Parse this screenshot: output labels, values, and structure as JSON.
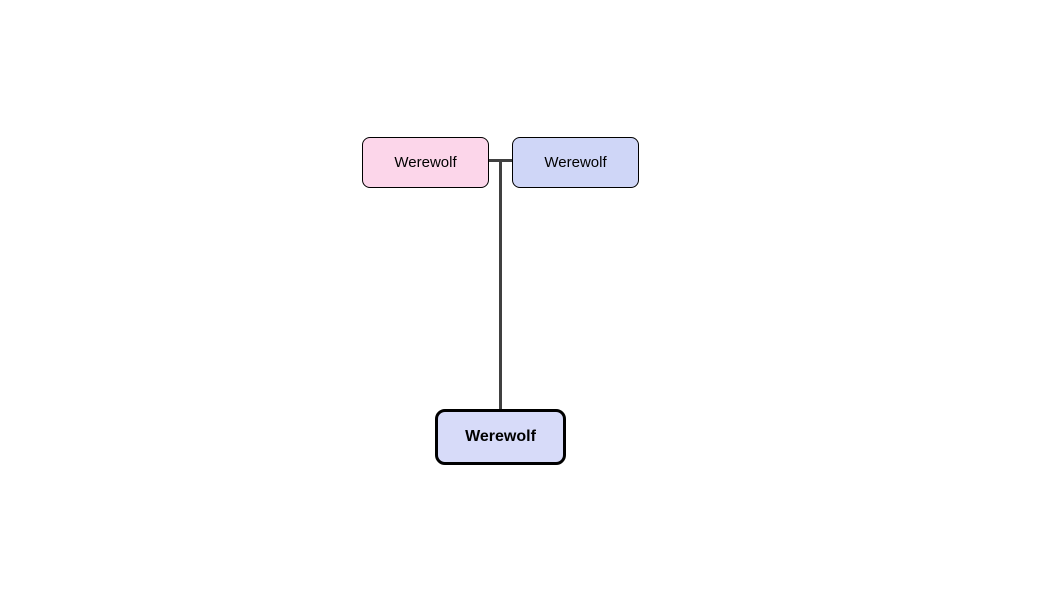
{
  "tree": {
    "parents": [
      {
        "role": "parent-female",
        "label": "Werewolf",
        "bg": "#fcd6ea"
      },
      {
        "role": "parent-male",
        "label": "Werewolf",
        "bg": "#cfd6f7"
      }
    ],
    "child": {
      "role": "offspring",
      "label": "Werewolf",
      "bg": "#d7dbf9",
      "emphasis": "bold"
    },
    "colors": {
      "connector": "#404040",
      "node_border": "#000000",
      "canvas_background": "#ffffff"
    }
  }
}
